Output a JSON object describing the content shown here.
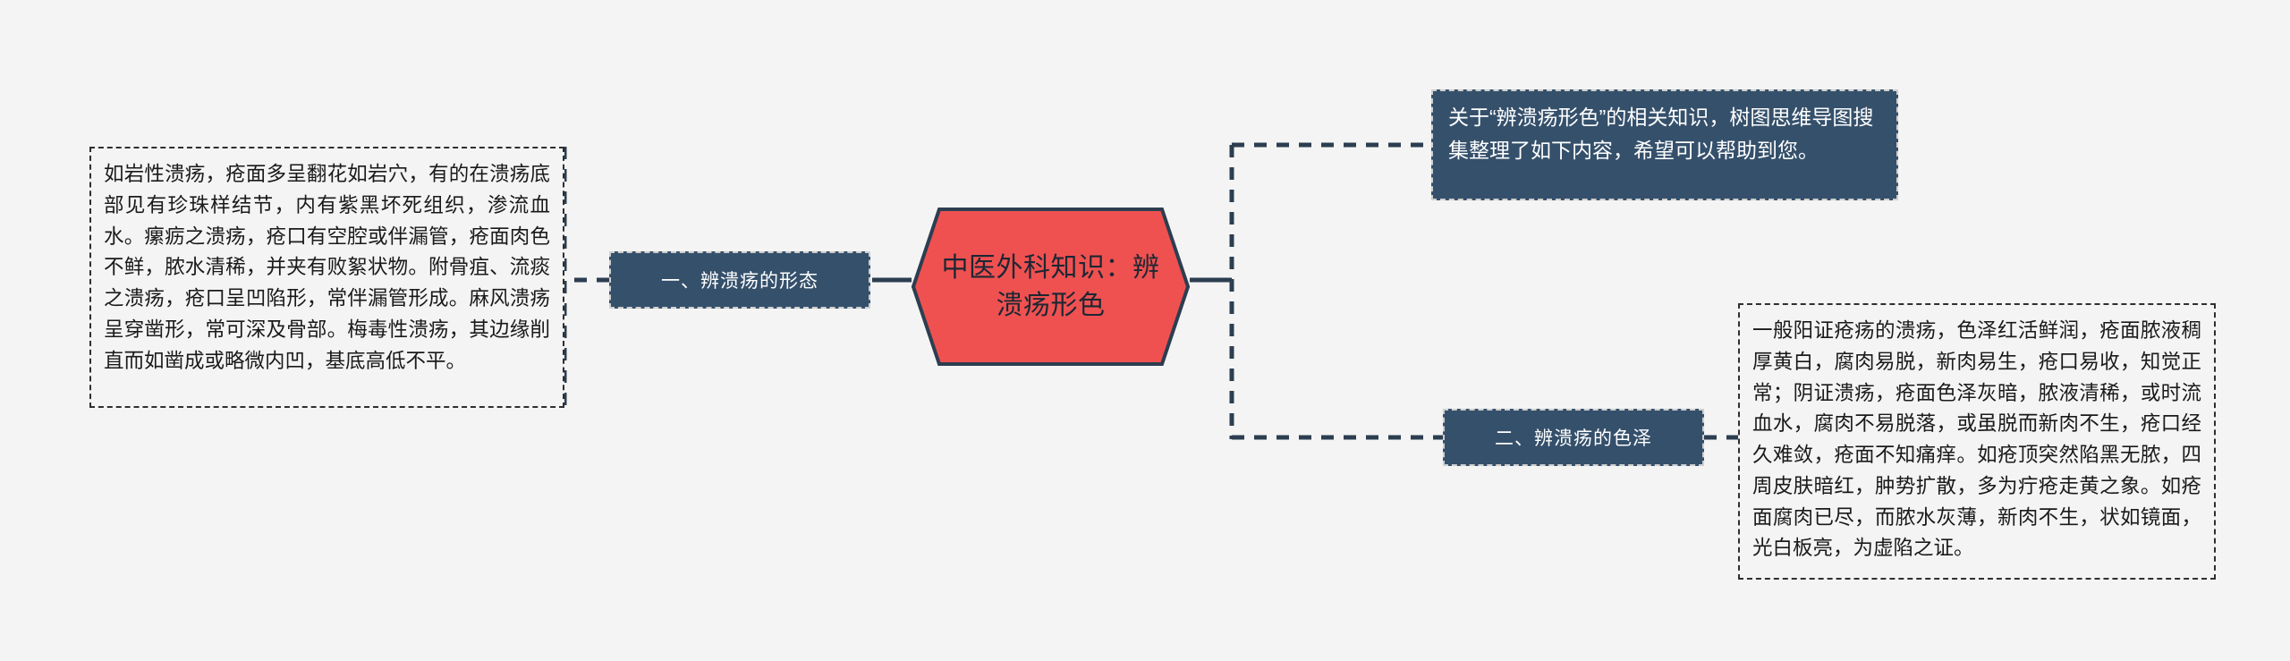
{
  "meta": {
    "background_color": "#f4f4f4",
    "accent_red": "#ef5151",
    "accent_navy": "#35506b",
    "outline_color": "#2c3e50",
    "dash_color": "#2f2f2f"
  },
  "root": {
    "title": "中医外科知识：辨溃疡形色"
  },
  "intro": {
    "text": "关于“辨溃疡形色”的相关知识，树图思维导图搜集整理了如下内容，希望可以帮助到您。"
  },
  "branches": [
    {
      "label": "一、辨溃疡的形态",
      "detail": "如岩性溃疡，疮面多呈翻花如岩穴，有的在溃疡底部见有珍珠样结节，内有紫黑坏死组织，渗流血水。瘰疬之溃疡，疮口有空腔或伴漏管，疮面肉色不鲜，脓水清稀，并夹有败絮状物。附骨疽、流痰之溃疡，疮口呈凹陷形，常伴漏管形成。麻风溃疡呈穿凿形，常可深及骨部。梅毒性溃疡，其边缘削直而如凿成或略微内凹，基底高低不平。"
    },
    {
      "label": "二、辨溃疡的色泽",
      "detail": "一般阳证疮疡的溃疡，色泽红活鲜润，疮面脓液稠厚黄白，腐肉易脱，新肉易生，疮口易收，知觉正常；阴证溃疡，疮面色泽灰暗，脓液清稀，或时流血水，腐肉不易脱落，或虽脱而新肉不生，疮口经久难敛，疮面不知痛痒。如疮顶突然陷黑无脓，四周皮肤暗红，肿势扩散，多为疔疮走黄之象。如疮面腐肉已尽，而脓水灰薄，新肉不生，状如镜面，光白板亮，为虚陷之证。"
    }
  ]
}
